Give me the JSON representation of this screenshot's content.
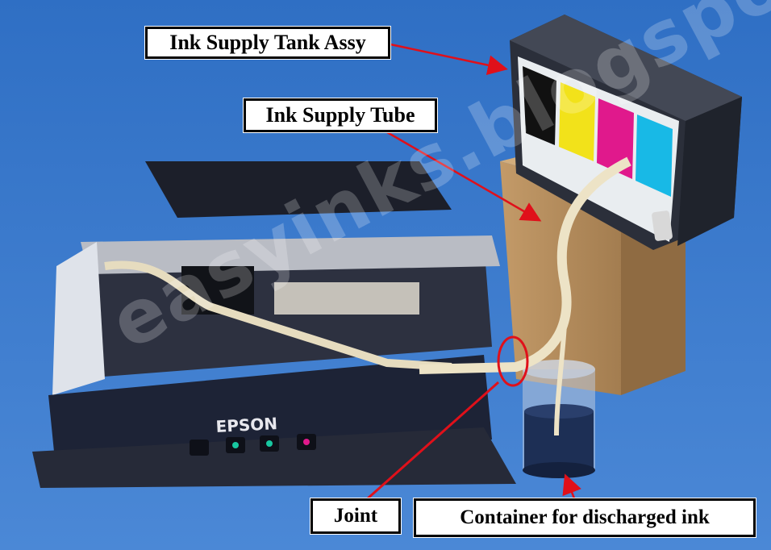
{
  "labels": {
    "tank": "Ink Supply Tank Assy",
    "tube": "Ink Supply Tube",
    "joint": "Joint",
    "container": "Container for discharged ink"
  },
  "printer": {
    "brand": "EPSON"
  },
  "watermark": "easyinks.blogspot.com",
  "colors": {
    "background": "#3a78c9",
    "printer_body": "#1d2336",
    "arrow": "#e0101a",
    "tube": "#ede3c6",
    "box": "#b58c5c",
    "ink": "#1d2f55"
  },
  "cartridges": [
    "BK",
    "Y",
    "M",
    "C"
  ]
}
